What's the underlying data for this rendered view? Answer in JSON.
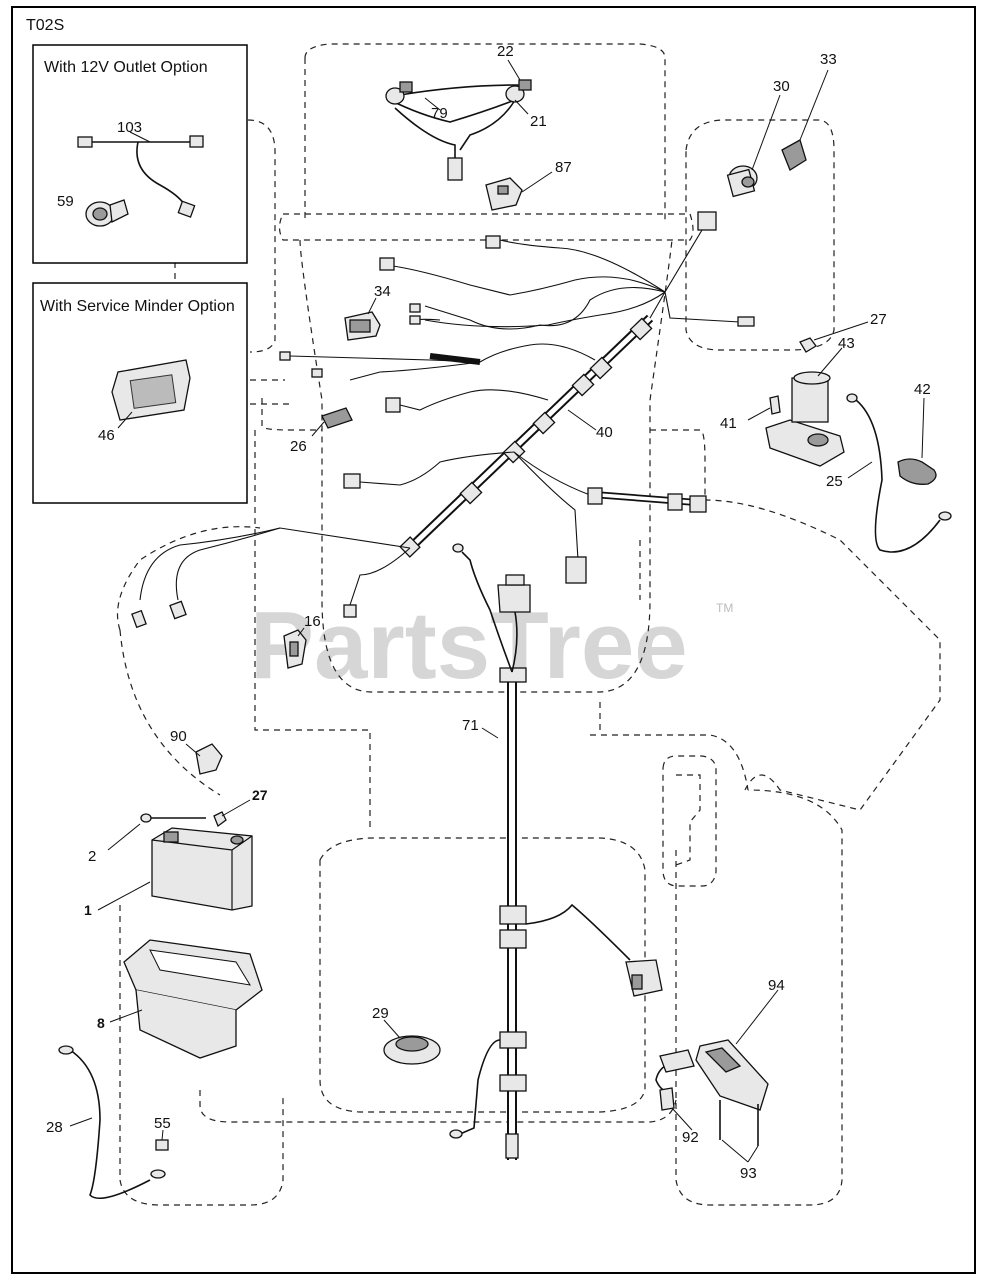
{
  "diagram": {
    "code": "T02S",
    "watermark": "PartsTree",
    "watermark_tm": "TM",
    "option_boxes": [
      {
        "title": "With 12V Outlet Option"
      },
      {
        "title": "With Service Minder Option"
      }
    ],
    "callouts": {
      "c22": "22",
      "c21": "21",
      "c79": "79",
      "c87": "87",
      "c30": "30",
      "c33": "33",
      "c103": "103",
      "c59": "59",
      "c46": "46",
      "c34": "34",
      "c26": "26",
      "c40": "40",
      "c27a": "27",
      "c43": "43",
      "c41": "41",
      "c42": "42",
      "c25": "25",
      "c16": "16",
      "c90": "90",
      "c71": "71",
      "c27b": "27",
      "c2": "2",
      "c1": "1",
      "c8": "8",
      "c29": "29",
      "c94": "94",
      "c92": "92",
      "c93": "93",
      "c28": "28",
      "c55": "55"
    }
  }
}
